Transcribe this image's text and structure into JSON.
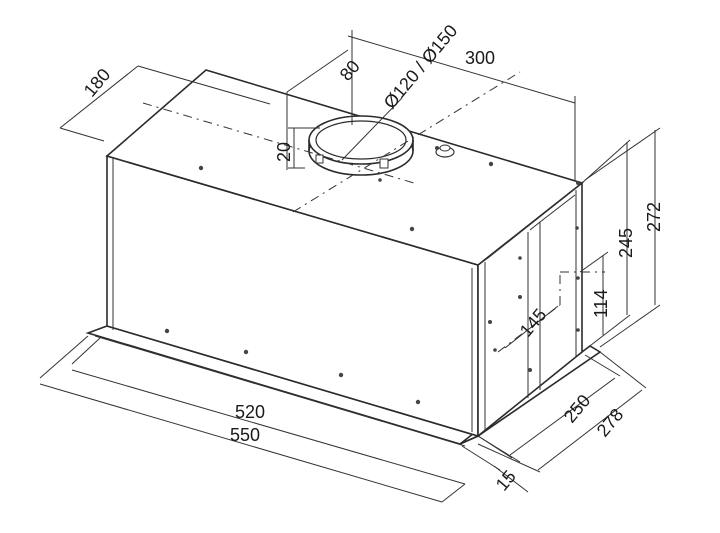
{
  "diagram": {
    "dimensions": {
      "d300": "300",
      "d180": "180",
      "d80": "80",
      "d_diameter": "Ø120 / Ø150",
      "d20": "20",
      "d272": "272",
      "d245": "245",
      "d114": "114",
      "d145": "145",
      "d520": "520",
      "d550": "550",
      "d250": "250",
      "d278": "278",
      "d15": "15"
    }
  }
}
